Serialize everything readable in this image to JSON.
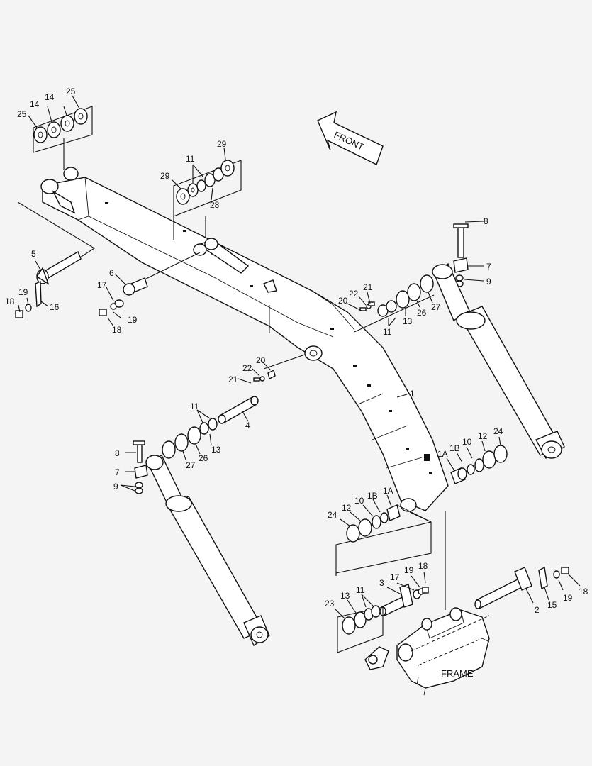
{
  "direction_arrow": {
    "label": "FRONT"
  },
  "frame_label": "FRAME",
  "callouts": {
    "c25a": "25",
    "c14a": "14",
    "c14b": "14",
    "c25b": "25",
    "c29a": "29",
    "c11a": "11",
    "c29b": "29",
    "c28": "28",
    "c5": "5",
    "c19a": "19",
    "c18a": "18",
    "c16": "16",
    "c6": "6",
    "c17a": "17",
    "c19b": "19",
    "c18b": "18",
    "c8a": "8",
    "c7a": "7",
    "c9a": "9",
    "c22a": "22",
    "c21a": "21",
    "c20a": "20",
    "c11b": "11",
    "c13a": "13",
    "c26a": "26",
    "c27a": "27",
    "c1": "1",
    "c20b": "20",
    "c22b": "22",
    "c21b": "21",
    "c11c": "11",
    "c4": "4",
    "c13b": "13",
    "c26b": "26",
    "c27b": "27",
    "c8b": "8",
    "c7b": "7",
    "c9b": "9",
    "c1Aa": "1A",
    "c1Ba": "1B",
    "c10a": "10",
    "c12a": "12",
    "c24a": "24",
    "c24b": "24",
    "c12b": "12",
    "c10b": "10",
    "c1Bb": "1B",
    "c1Ab": "1A",
    "c3": "3",
    "c17b": "17",
    "c19c": "19",
    "c18c": "18",
    "c23": "23",
    "c13c": "13",
    "c11d": "11",
    "c2": "2",
    "c15": "15",
    "c19d": "19",
    "c18d": "18"
  }
}
